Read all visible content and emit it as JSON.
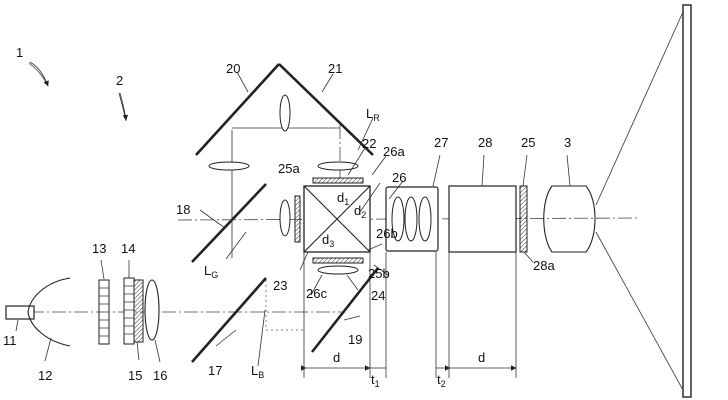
{
  "diagram": {
    "labels": {
      "n1": "1",
      "n2": "2",
      "n3": "3",
      "n11": "11",
      "n12": "12",
      "n13": "13",
      "n14": "14",
      "n15": "15",
      "n16": "16",
      "n17": "17",
      "n18": "18",
      "n19": "19",
      "n20": "20",
      "n21": "21",
      "n22": "22",
      "n23": "23",
      "n24": "24",
      "n25": "25",
      "n25a": "25a",
      "n25b": "25b",
      "n26": "26",
      "n26a": "26a",
      "n26b": "26b",
      "n26c": "26c",
      "n27": "27",
      "n28": "28",
      "n28a": "28a",
      "lr": "L",
      "lr_sub": "R",
      "lg": "L",
      "lg_sub": "G",
      "lb": "L",
      "lb_sub": "B",
      "d1": "d",
      "d1_sub": "1",
      "d2": "d",
      "d2_sub": "2",
      "d3": "d",
      "d3_sub": "3",
      "dim_d_left": "d",
      "dim_d_right": "d",
      "t1": "t",
      "t1_sub": "1",
      "t2": "t",
      "t2_sub": "2"
    }
  }
}
